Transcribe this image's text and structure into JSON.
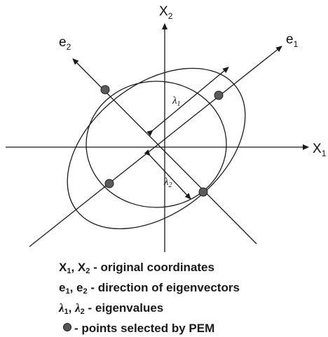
{
  "axes": {
    "x_main": "X",
    "x_sub": "1",
    "y_main": "X",
    "y_sub": "2"
  },
  "vectors": {
    "e1_main": "e",
    "e1_sub": "1",
    "e2_main": "e",
    "e2_sub": "2"
  },
  "eigen_labels": {
    "l1_main": "λ",
    "l1_sub": "1",
    "l2_main": "λ",
    "l2_sub": "2"
  },
  "legend": {
    "row1": {
      "a": "X",
      "a_sub": "1",
      "sep": ", ",
      "b": "X",
      "b_sub": "2",
      "text": " - original coordinates"
    },
    "row2": {
      "a": "e",
      "a_sub": "1",
      "sep": ", ",
      "b": "e",
      "b_sub": "2",
      "text": " - direction of eigenvectors"
    },
    "row3": {
      "a": "λ",
      "a_sub": "1",
      "sep": ", ",
      "b": "λ",
      "b_sub": "2",
      "text": " - eigenvalues"
    },
    "row4": {
      "text": "- points selected by PEM"
    }
  },
  "colors": {
    "line": "#1a1a1a",
    "point": "#5a5a5a"
  }
}
